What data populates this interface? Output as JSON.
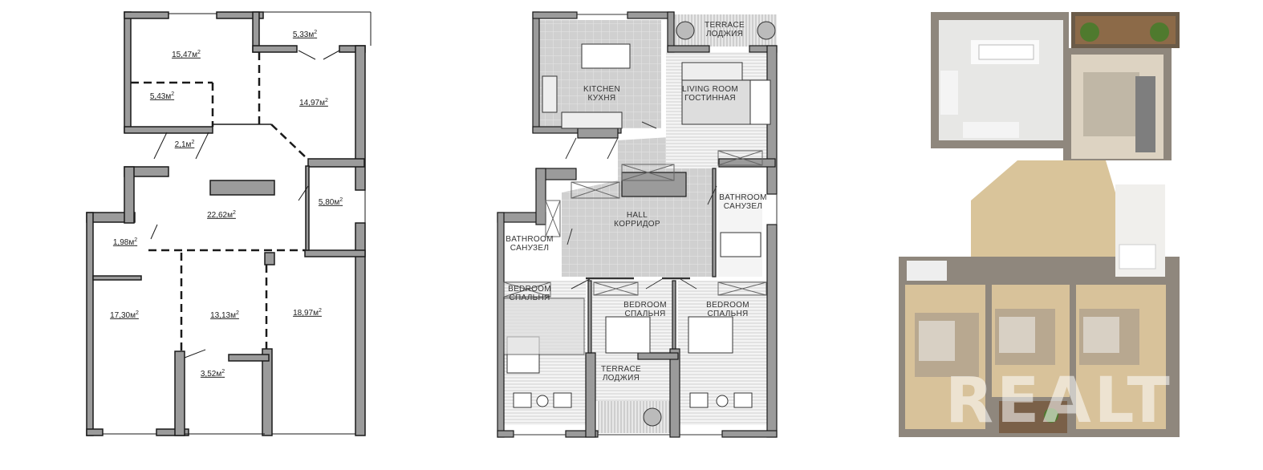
{
  "plan_areas": {
    "room_top_left": {
      "value": "15,47м",
      "sup": "2"
    },
    "terrace_top": {
      "value": "5,33м",
      "sup": "2"
    },
    "zone_inner": {
      "value": "5,43м",
      "sup": "2"
    },
    "room_top_right": {
      "value": "14,97м",
      "sup": "2"
    },
    "vestibule": {
      "value": "2,1м",
      "sup": "2"
    },
    "bath_right": {
      "value": "5,80м",
      "sup": "2"
    },
    "hall": {
      "value": "22,62м",
      "sup": "2"
    },
    "bath_left": {
      "value": "1,98м",
      "sup": "2"
    },
    "room_bottom_left": {
      "value": "17,30м",
      "sup": "2"
    },
    "room_bottom_mid": {
      "value": "13,13м",
      "sup": "2"
    },
    "room_bottom_right": {
      "value": "18,97м",
      "sup": "2"
    },
    "terrace_bottom": {
      "value": "3,52м",
      "sup": "2"
    }
  },
  "furnished_labels": {
    "kitchen": {
      "en": "KITCHEN",
      "ru": "КУХНЯ"
    },
    "living": {
      "en": "LIVING ROOM",
      "ru": "ГОСТИННАЯ"
    },
    "terrace_top": {
      "en": "TERRACE",
      "ru": "ЛОДЖИЯ"
    },
    "bath_right": {
      "en": "BATHROOM",
      "ru": "САНУЗЕЛ"
    },
    "hall": {
      "en": "HALL",
      "ru": "КОРРИДОР"
    },
    "bath_left": {
      "en": "BATHROOM",
      "ru": "САНУЗЕЛ"
    },
    "bedroom_left": {
      "en": "BEDROOM",
      "ru": "СПАЛЬНЯ"
    },
    "bedroom_mid": {
      "en": "BEDROOM",
      "ru": "СПАЛЬНЯ"
    },
    "bedroom_right": {
      "en": "BEDROOM",
      "ru": "СПАЛЬНЯ"
    },
    "terrace_bottom": {
      "en": "TERRACE",
      "ru": "ЛОДЖИЯ"
    }
  },
  "watermark": "REALT",
  "colors": {
    "wall": "#9b9b9b",
    "outline": "#1a1a1a",
    "floor_tile": "#d0d0d0",
    "wood": "#d9c49a"
  }
}
